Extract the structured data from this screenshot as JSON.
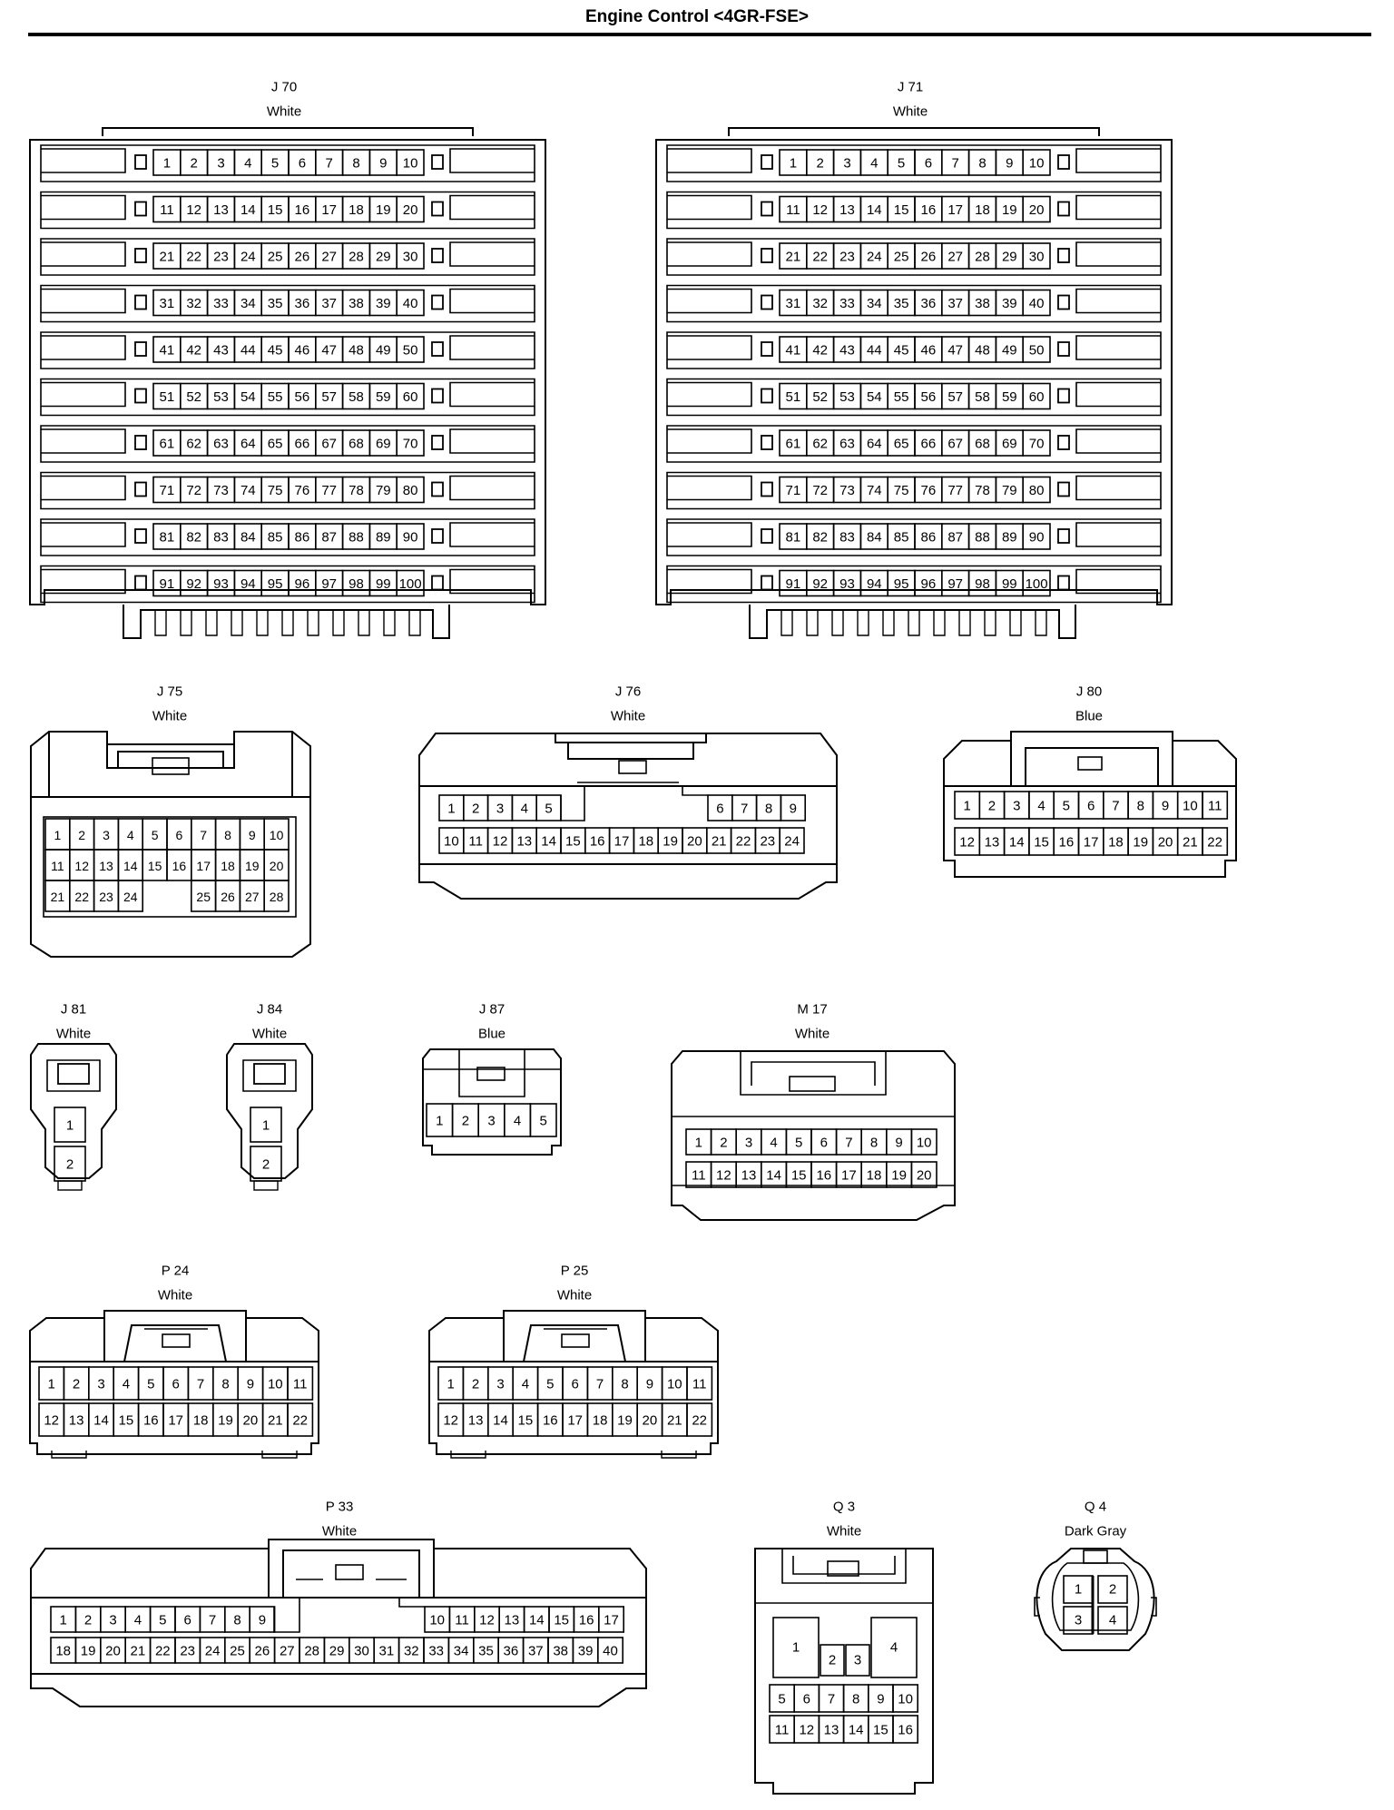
{
  "title": "Engine Control <4GR-FSE>",
  "connectors": [
    {
      "id": "J 70",
      "color": "White",
      "pins": 100
    },
    {
      "id": "J 71",
      "color": "White",
      "pins": 100
    },
    {
      "id": "J 75",
      "color": "White",
      "pins": 28
    },
    {
      "id": "J 76",
      "color": "White",
      "pins": 24
    },
    {
      "id": "J 80",
      "color": "Blue",
      "pins": 22
    },
    {
      "id": "J 81",
      "color": "White",
      "pins": 2
    },
    {
      "id": "J 84",
      "color": "White",
      "pins": 2
    },
    {
      "id": "J 87",
      "color": "Blue",
      "pins": 5
    },
    {
      "id": "M 17",
      "color": "White",
      "pins": 20
    },
    {
      "id": "P 24",
      "color": "White",
      "pins": 22
    },
    {
      "id": "P 25",
      "color": "White",
      "pins": 22
    },
    {
      "id": "P 33",
      "color": "White",
      "pins": 40
    },
    {
      "id": "Q 3",
      "color": "White",
      "pins": 16
    },
    {
      "id": "Q 4",
      "color": "Dark Gray",
      "pins": 4
    }
  ]
}
